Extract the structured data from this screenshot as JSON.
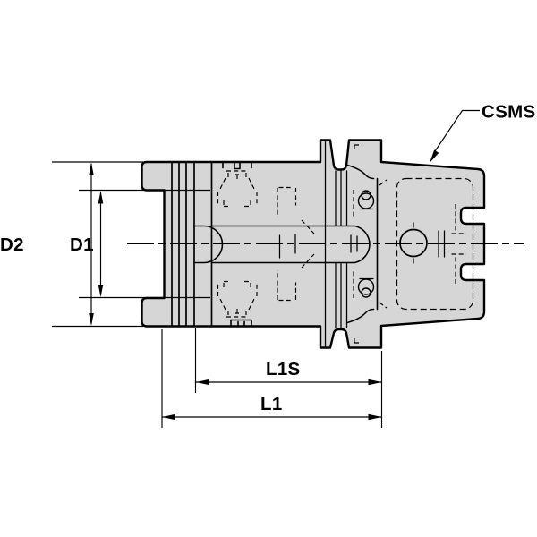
{
  "drawing": {
    "callout_label": "CSMS",
    "dimension_labels": {
      "d2": "D2",
      "d1": "D1",
      "l1s": "L1S",
      "l1": "L1"
    },
    "view": "toolholder-side-section-view"
  },
  "colors": {
    "background": "#ffffff",
    "part_fill": "#d6d6d6",
    "line_color": "#000000"
  }
}
